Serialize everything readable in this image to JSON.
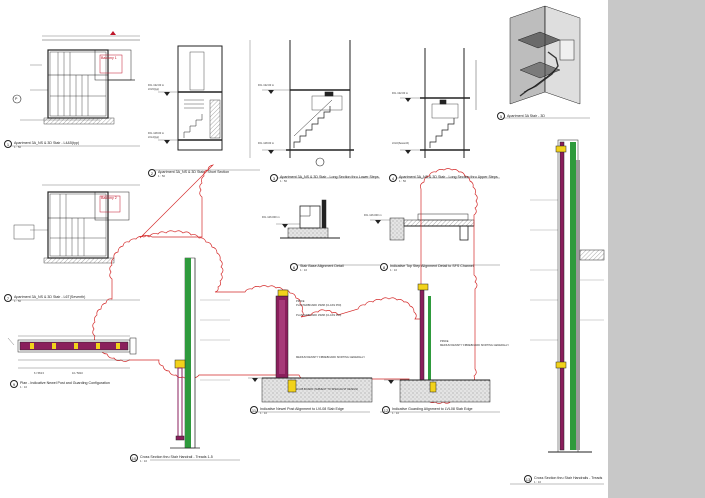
{
  "sheet": {
    "drawings": [
      {
        "num": "1",
        "title": "Apartment 3A_NS & 3D Stair - L4&5(typ)",
        "scale": "1 : 50"
      },
      {
        "num": "2",
        "title": "Apartment 3A_NS & 3D Stair - Short Section",
        "scale": "1 : 50"
      },
      {
        "num": "3",
        "title": "Apartment 3A_NS & 3D Stair - Long Section thru Lower Steps",
        "scale": "1 : 50"
      },
      {
        "num": "4",
        "title": "Apartment 3A_NS & 3D Stair - Long Section thru Upper Steps",
        "scale": "1 : 50"
      },
      {
        "num": "5",
        "title": "Apartment 3A Stair - 3D",
        "scale": ""
      },
      {
        "num": "6",
        "title": "Stair Base Alignment Detail",
        "scale": "1 : 10"
      },
      {
        "num": "7",
        "title": "Apartment 3A_NS & 3D Stair - L6T(Seventh)",
        "scale": "1 : 50"
      },
      {
        "num": "8",
        "title": "Indicative Top Step Alignment Detail to SFS Channel",
        "scale": "1 : 10"
      },
      {
        "num": "9",
        "title": "Plan - Indicative Newel Post and Guarding Configuration",
        "scale": "1 : 10"
      },
      {
        "num": "10",
        "title": "Cross Section thru Stair Handrail - Treads 1-5",
        "scale": "1 : 10"
      },
      {
        "num": "11",
        "title": "Indicative Newel Post Alignment to LVL08 Slab Edge",
        "scale": "1 : 10"
      },
      {
        "num": "12",
        "title": "Indicative Guarding Alignment to LVL08 Slab Edge",
        "scale": "1 : 10"
      },
      {
        "num": "13",
        "title": "Cross Section thru Stair Handrails - Treads",
        "scale": "1 : 10"
      }
    ],
    "annotations": {
      "balcony1": "Balcony 1",
      "balcony2": "Balcony 2",
      "gridP": "P",
      "plaster1": "PLASTERBOARD 15MM (CLASS P60)",
      "plaster2": "PLASTERBOARD 15MM (CLASS P60)",
      "fire1": "P360/E",
      "fire2": "P360/E",
      "medium1": "MEDIUM DENSITY FIBREBOARD SKIRTING GENERALLY",
      "medium2": "MEDIUM DENSITY FIBREBOARD SKIRTING GENERALLY",
      "lvl": "LVL08 BOARD (SUBJECT TO SPECIALIST DESIGN)",
      "dim1": "6 / 563 0",
      "dim2": "10 / 5610",
      "ffl1": "FFL 128.00 m",
      "ffl2": "FFL 132.00 m",
      "ffl3": "FFL 128.00 m",
      "ffl4": "FFL 132.00 m",
      "ffl5": "FFL 126.000 m",
      "ffl6": "FFL 126.000 m",
      "ffl7": "FFL 132.00 m",
      "lvl5": "LVL5(typ)",
      "lvl6": "LVL6(Seventh)",
      "lvl4": "LVL4(typ)"
    },
    "colors": {
      "sidebar": "#c8c8c8",
      "revision_cloud": "#d42a2a",
      "steel_magenta": "#8a1f5c",
      "timber_green": "#2e9a3c",
      "yellow_fixing": "#f2d21b",
      "concrete_grey": "#9a9a9a"
    }
  }
}
